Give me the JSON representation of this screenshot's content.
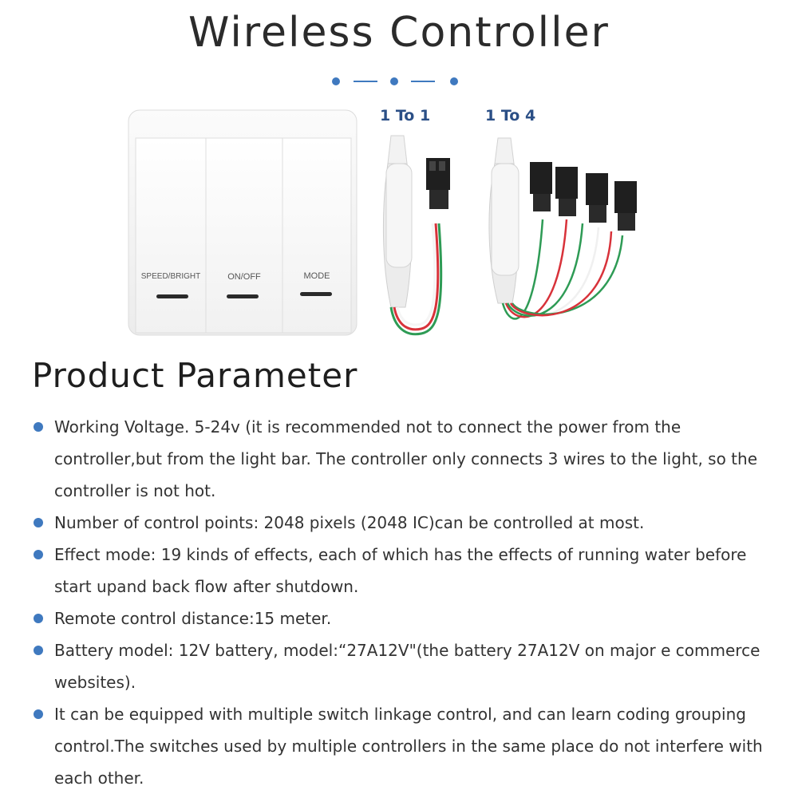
{
  "header": {
    "title": "Wireless Controller"
  },
  "product_image": {
    "switch_buttons": [
      "SPEED/BRIGHT",
      "ON/OFF",
      "MODE"
    ],
    "variant_labels": [
      "1 To 1",
      "1 To 4"
    ]
  },
  "parameters": {
    "heading": "Product Parameter",
    "items": [
      "Working Voltage. 5-24v (it is recommended not to connect the power from the controller,but from the light bar. The controller only connects 3 wires to the light, so the controller is not hot.",
      "Number of control points: 2048 pixels (2048 IC)can be controlled at most.",
      "Effect mode: 19 kinds of effects, each of which has the effects of running water before start upand back flow after shutdown.",
      "Remote control distance:15 meter.",
      "Battery model: 12V battery, model:“27A12V\"(the battery 27A12V on major e commerce websites).",
      "It can be equipped with multiple switch linkage control, and can learn coding grouping control.The switches used by multiple controllers in the same place do not interfere with each other."
    ]
  },
  "colors": {
    "accent": "#3f79bf",
    "label": "#2b4f86"
  }
}
